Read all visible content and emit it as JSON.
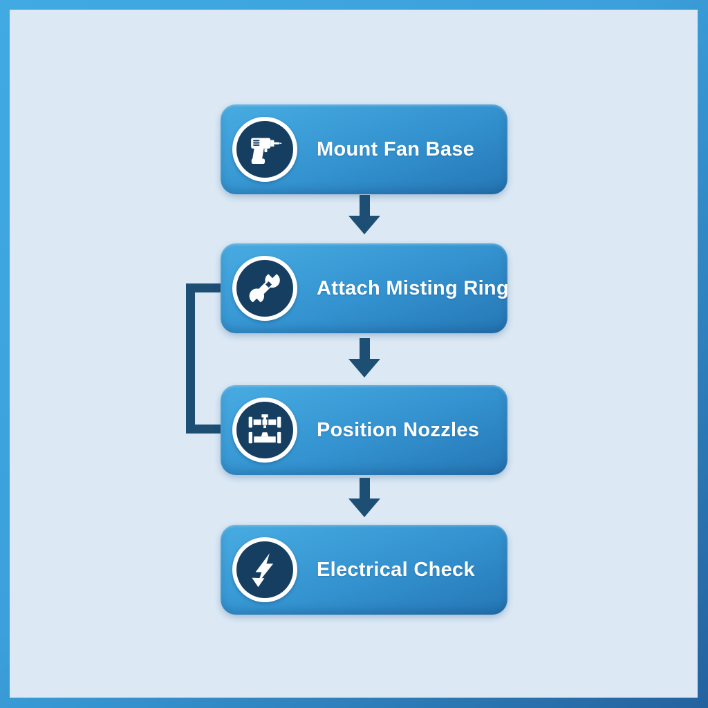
{
  "diagram": {
    "type": "flowchart",
    "direction": "vertical",
    "steps": [
      {
        "id": "mount-fan-base",
        "label": "Mount Fan Base",
        "icon": "drill-icon"
      },
      {
        "id": "attach-misting-ring",
        "label": "Attach Misting Ring",
        "icon": "wrench-icon"
      },
      {
        "id": "position-nozzles",
        "label": "Position Nozzles",
        "icon": "pipes-icon"
      },
      {
        "id": "electrical-check",
        "label": "Electrical Check",
        "icon": "lightning-icon"
      }
    ],
    "connections": [
      {
        "from": "mount-fan-base",
        "to": "attach-misting-ring",
        "type": "arrow-down"
      },
      {
        "from": "attach-misting-ring",
        "to": "position-nozzles",
        "type": "arrow-down"
      },
      {
        "from": "position-nozzles",
        "to": "electrical-check",
        "type": "arrow-down"
      },
      {
        "from": "attach-misting-ring",
        "to": "position-nozzles",
        "type": "left-bracket"
      }
    ],
    "colors": {
      "frame_top": "#41AAE2",
      "frame_bottom": "#24629E",
      "background": "#DCE9F5",
      "box_gradient_top": "#48ACE2",
      "box_gradient_bottom": "#2576B4",
      "icon_circle": "#153E60",
      "icon_ring": "#FFFFFF",
      "connector": "#1D4E74",
      "text": "#FFFFFF"
    }
  }
}
